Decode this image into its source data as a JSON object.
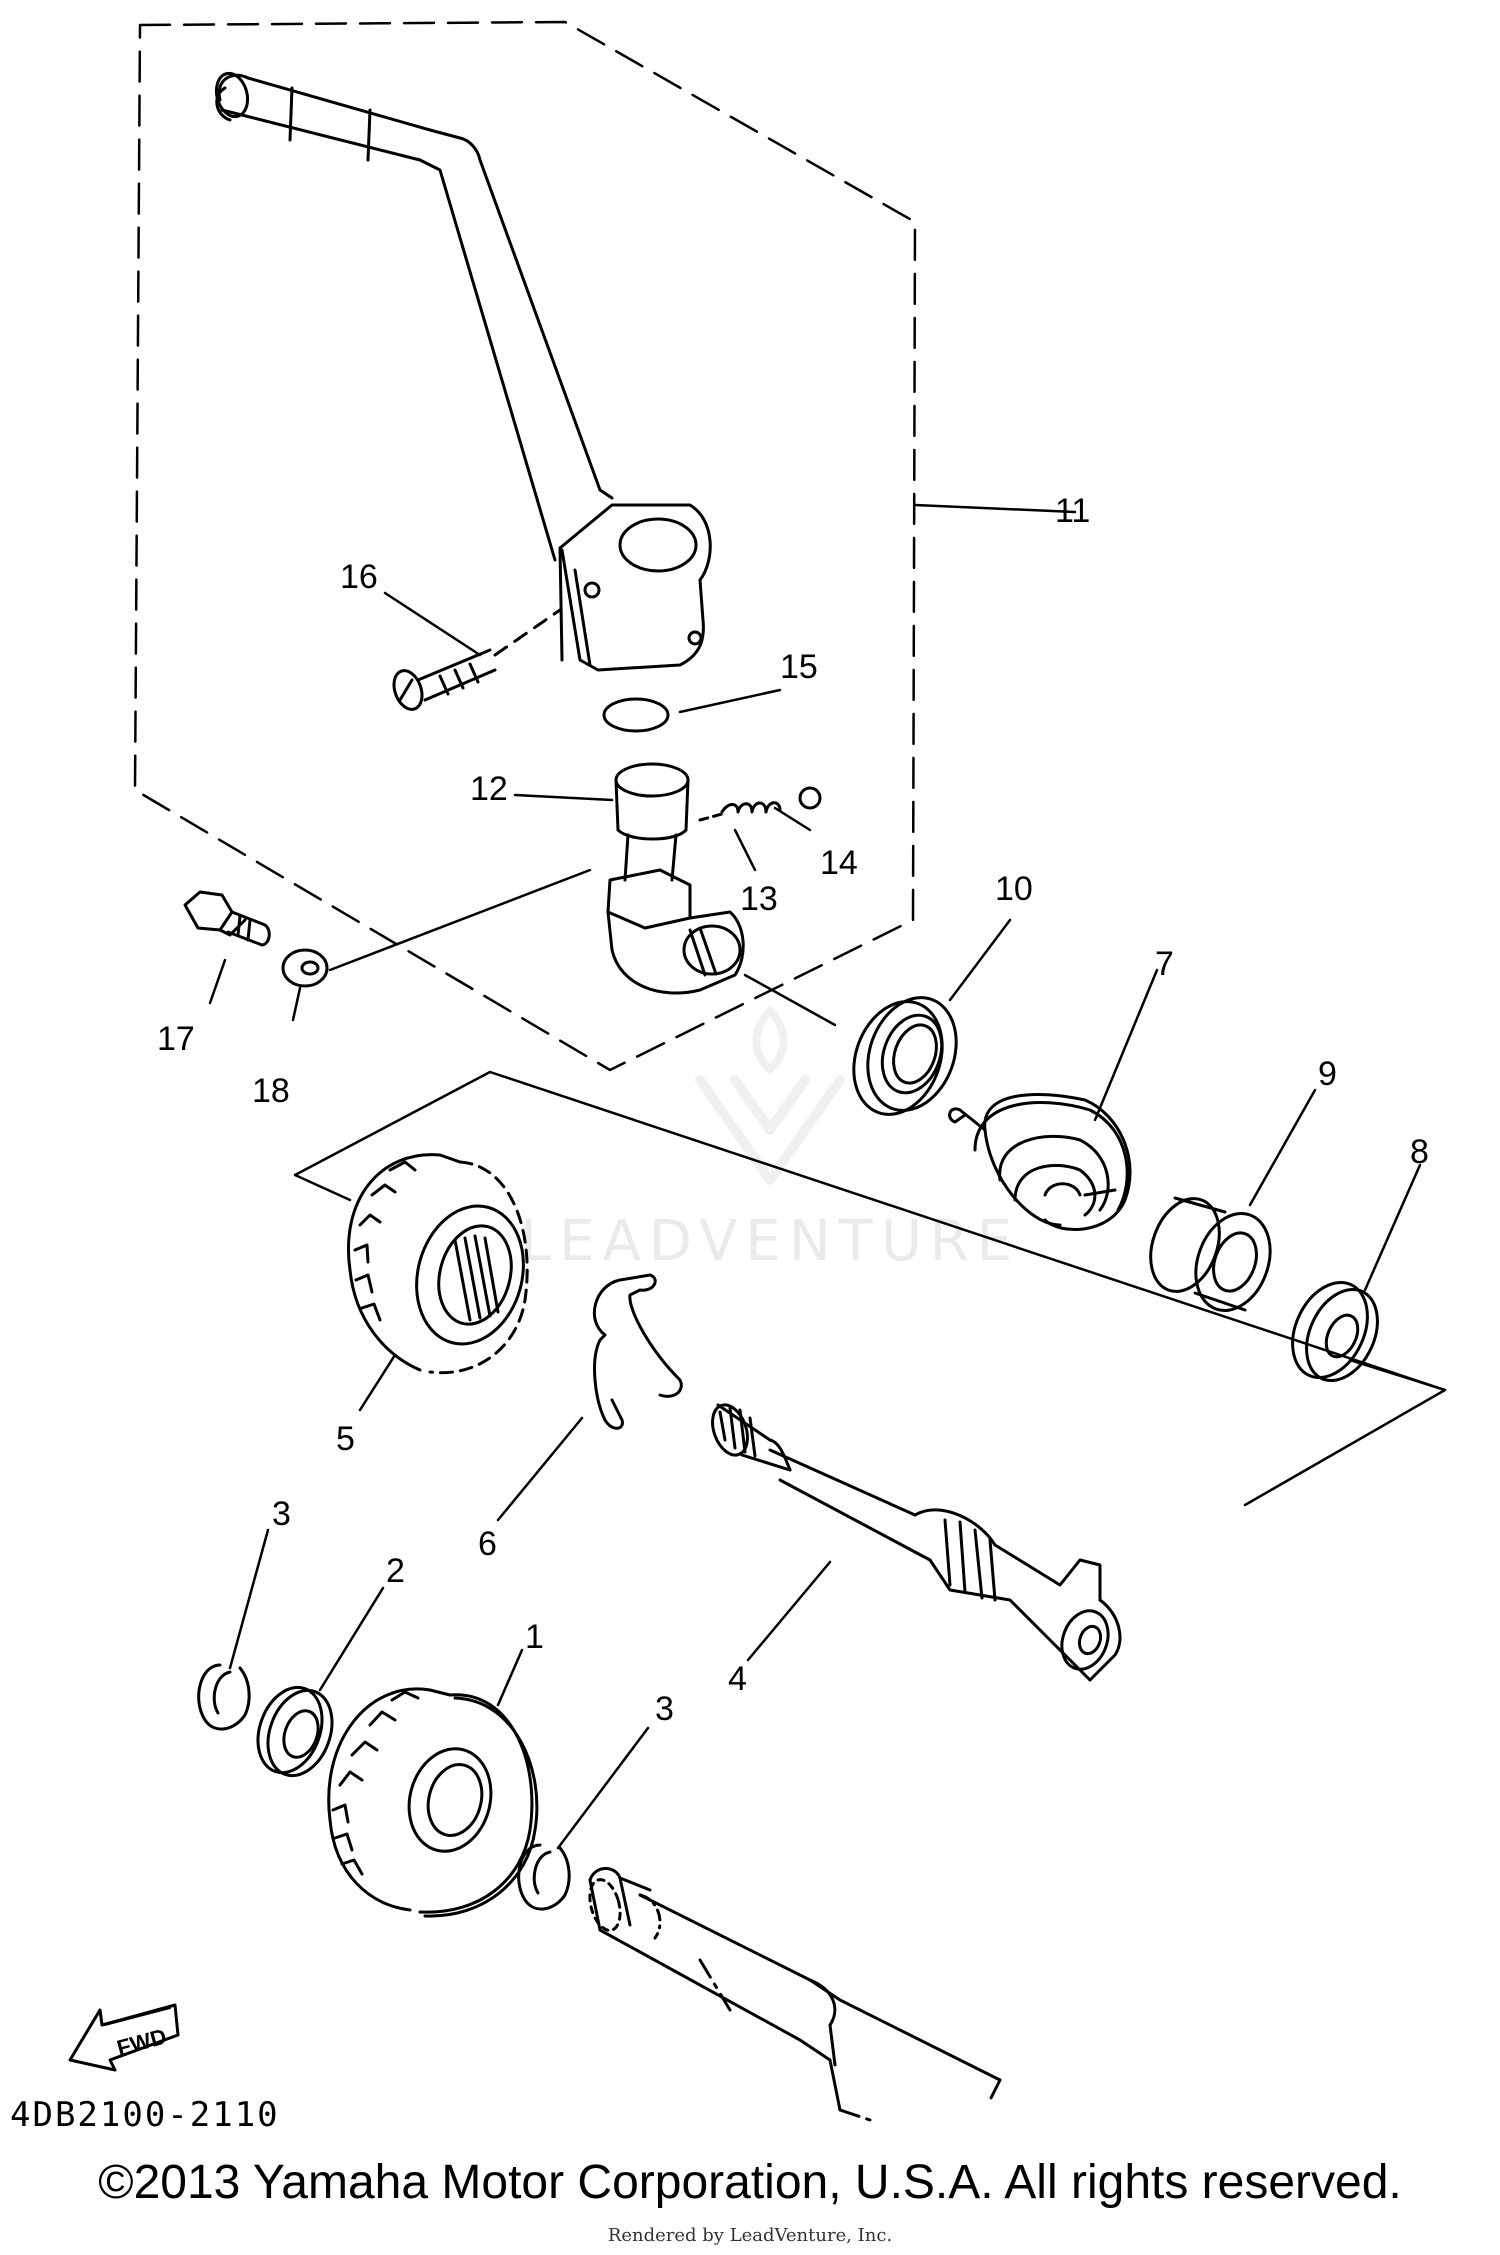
{
  "callouts": [
    {
      "id": "1",
      "text": "1"
    },
    {
      "id": "2",
      "text": "2"
    },
    {
      "id": "3a",
      "text": "3"
    },
    {
      "id": "3b",
      "text": "3"
    },
    {
      "id": "4",
      "text": "4"
    },
    {
      "id": "5",
      "text": "5"
    },
    {
      "id": "6",
      "text": "6"
    },
    {
      "id": "7",
      "text": "7"
    },
    {
      "id": "8",
      "text": "8"
    },
    {
      "id": "9",
      "text": "9"
    },
    {
      "id": "10",
      "text": "10"
    },
    {
      "id": "11",
      "text": "11"
    },
    {
      "id": "12",
      "text": "12"
    },
    {
      "id": "13",
      "text": "13"
    },
    {
      "id": "14",
      "text": "14"
    },
    {
      "id": "15",
      "text": "15"
    },
    {
      "id": "16",
      "text": "16"
    },
    {
      "id": "17",
      "text": "17"
    },
    {
      "id": "18",
      "text": "18"
    }
  ],
  "fwd_arrow_label": "FWD",
  "drawing_number": "4DB2100-2110",
  "copyright": "©2013 Yamaha Motor Corporation, U.S.A. All rights reserved.",
  "rendered_by": "Rendered by LeadVenture, Inc.",
  "watermark": "LEADVENTURE"
}
